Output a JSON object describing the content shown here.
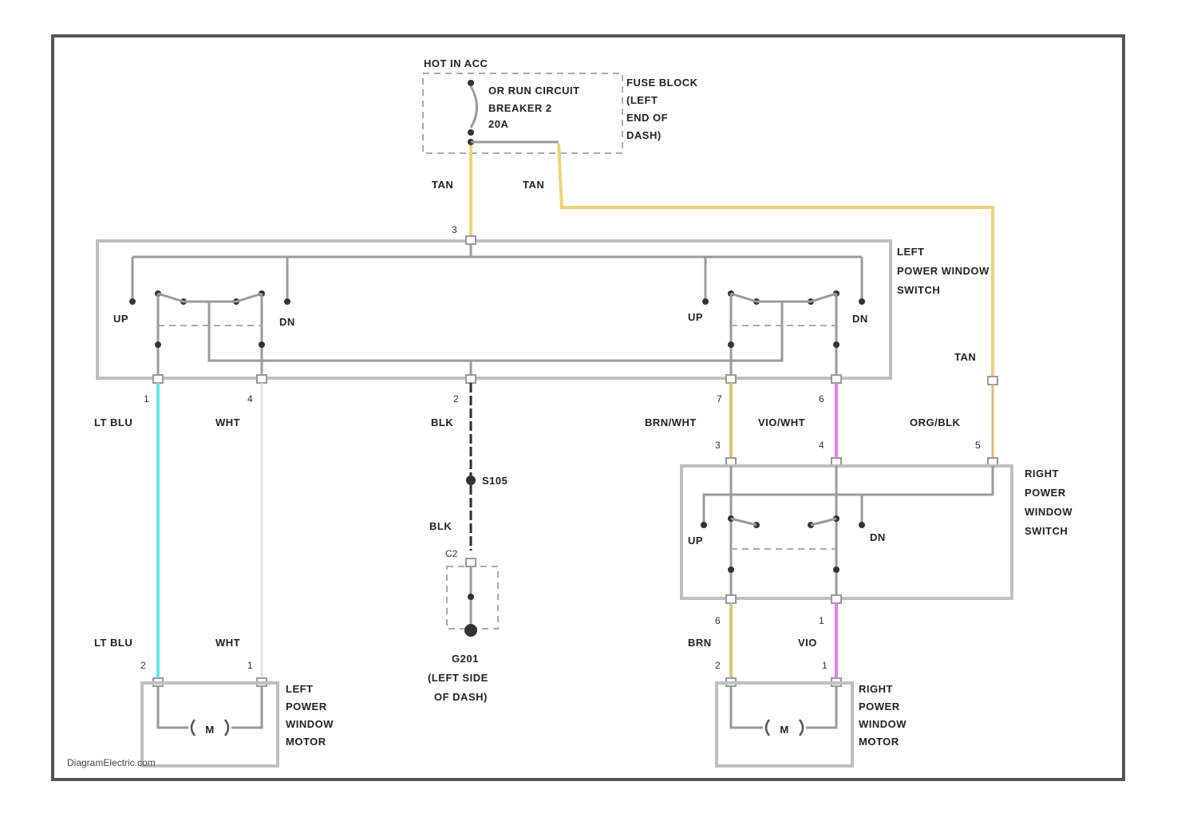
{
  "diagram": {
    "circuit_breaker": {
      "hot_label": "HOT IN ACC",
      "name": "OR RUN CIRCUIT",
      "name2": "BREAKER 2",
      "rating": "20A",
      "fuse_block": [
        "FUSE BLOCK",
        "(LEFT",
        "END OF",
        "DASH)"
      ]
    },
    "wires": {
      "tan_1": "TAN",
      "tan_2": "TAN",
      "tan_3": "TAN",
      "lt_blu_top": "LT BLU",
      "wht_top": "WHT",
      "blk_top": "BLK",
      "brn_wht": "BRN/WHT",
      "vio_wht": "VIO/WHT",
      "org_blk": "ORG/BLK",
      "blk_bottom": "BLK",
      "lt_blu_bottom": "LT BLU",
      "wht_bottom": "WHT",
      "brn": "BRN",
      "vio": "VIO"
    },
    "left_switch": {
      "label": [
        "LEFT",
        "POWER WINDOW",
        "SWITCH"
      ],
      "up_left": "UP",
      "dn_left": "DN",
      "up_right": "UP",
      "dn_right": "DN",
      "pin_top": "3",
      "pin_1": "1",
      "pin_4": "4",
      "pin_2": "2",
      "pin_7": "7",
      "pin_6": "6"
    },
    "right_switch": {
      "label": [
        "RIGHT",
        "POWER",
        "WINDOW",
        "SWITCH"
      ],
      "up": "UP",
      "dn": "DN",
      "pin_3": "3",
      "pin_4": "4",
      "pin_5": "5",
      "pin_6": "6",
      "pin_1": "1"
    },
    "splice": "S105",
    "ground": {
      "pin_a": "C2",
      "label": [
        "G201",
        "(LEFT SIDE",
        "OF DASH)"
      ]
    },
    "left_motor": {
      "symbol": "M",
      "label": [
        "LEFT",
        "POWER",
        "WINDOW",
        "MOTOR"
      ],
      "pin_2": "2",
      "pin_1": "1"
    },
    "right_motor": {
      "symbol": "M",
      "label": [
        "RIGHT",
        "POWER",
        "WINDOW",
        "MOTOR"
      ],
      "pin_2": "2",
      "pin_1": "1"
    },
    "watermark": "DiagramElectric.com",
    "colors": {
      "tan": "#f2cf7a",
      "lt_blu": "#5fe5ef",
      "wht": "#e2e2e2",
      "blk": "#2e2e2e",
      "brn": "#e0c27a",
      "vio": "#f07cef",
      "org": "#e8b47a"
    }
  }
}
